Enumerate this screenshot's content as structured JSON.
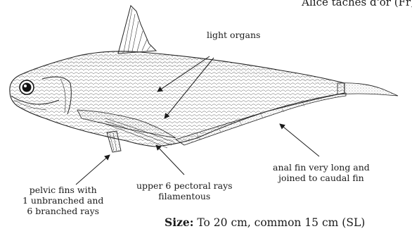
{
  "header": {
    "common_name": "Alice taches d'or (Fr)"
  },
  "labels": {
    "light_organs": "light organs",
    "anal_fin_1": "anal fin very long and",
    "anal_fin_2": "joined to caudal fin",
    "pectoral_1": "upper 6 pectoral rays",
    "pectoral_2": "filamentous",
    "pelvic_1": "pelvic fins with",
    "pelvic_2": "1 unbranched and",
    "pelvic_3": "6 branched rays"
  },
  "size": {
    "label": "Size:",
    "text": " To 20 cm, common 15 cm (SL)"
  },
  "colors": {
    "ink": "#1a1a1a",
    "background": "#ffffff"
  }
}
